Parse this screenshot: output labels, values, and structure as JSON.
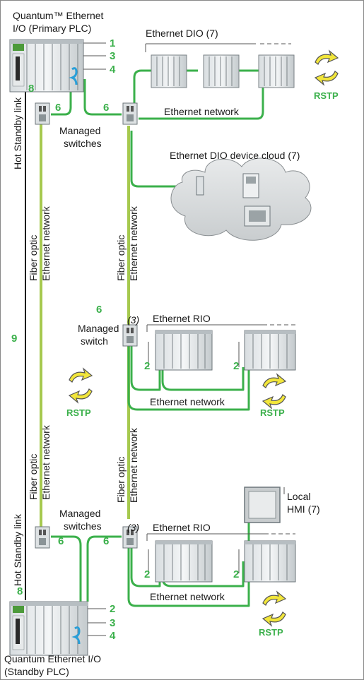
{
  "labels": {
    "primary_plc_1": "Quantum™ Ethernet",
    "primary_plc_2": "I/O (Primary PLC)",
    "ethernet_dio": "Ethernet DIO",
    "ethernet_dio_ref": "(7)",
    "ethernet_network": "Ethernet network",
    "managed_switches": "Managed",
    "switches": "switches",
    "managed_switch_single": "switch",
    "dio_cloud": "Ethernet DIO device cloud",
    "dio_cloud_ref": "(7)",
    "fiber_optic": "Fiber optic",
    "hot_standby_link": "Hot Standby link",
    "ethernet_rio": "Ethernet RIO",
    "ref_3": "(3)",
    "rstp": "RSTP",
    "local": "Local",
    "hmi": "HMI",
    "hmi_ref": "(7)",
    "standby_plc_1": "Quantum Ethernet I/O",
    "standby_plc_2": "(Standby PLC)"
  },
  "callouts": {
    "n1": "1",
    "n2": "2",
    "n3": "3",
    "n4": "4",
    "n6": "6",
    "n8": "8",
    "n9": "9"
  },
  "colors": {
    "network": "#3bb04b",
    "fiber": "#a6c94f",
    "hot_standby": "#1a1a1a",
    "rstp_arrow": "#f2e63a",
    "callout": "#3bb04b"
  }
}
